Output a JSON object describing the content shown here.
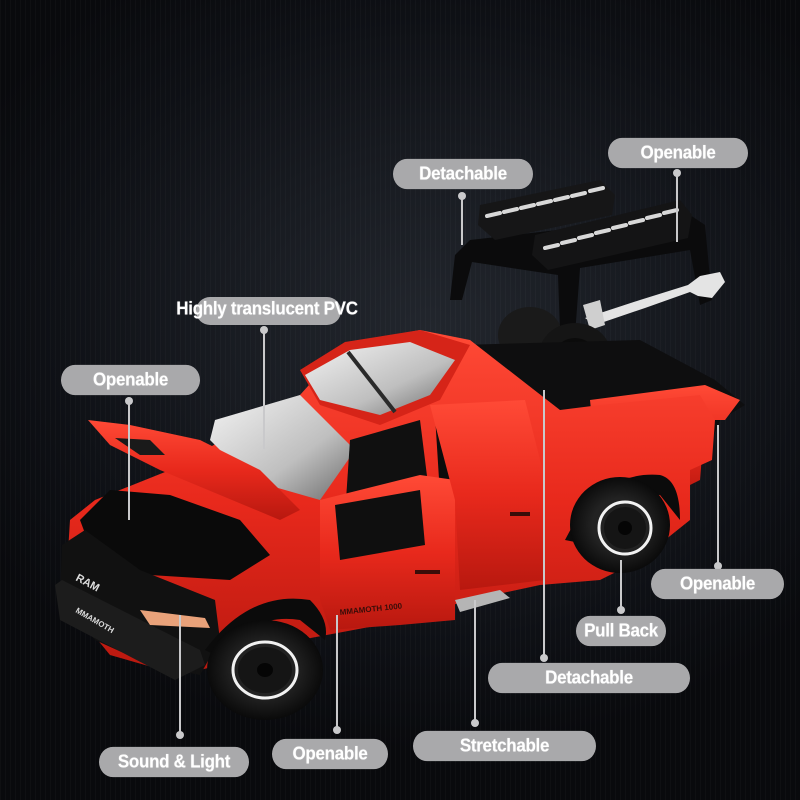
{
  "product": {
    "name": "Red pickup truck die-cast model",
    "body_text": "MMAMOTH 1000",
    "bumper_text": "MMAMOTH",
    "grille_text": "RAM",
    "colors": {
      "background": "#0d0f14",
      "body_red": "#e8291c",
      "pill_gray": "#a9a9ab",
      "pill_text": "#ffffff",
      "leader_line": "#c9c9cb"
    }
  },
  "callouts": [
    {
      "id": "roof-rack",
      "label": "Detachable"
    },
    {
      "id": "rack-box",
      "label": "Openable"
    },
    {
      "id": "windows",
      "label": "Highly translucent PVC"
    },
    {
      "id": "hood",
      "label": "Openable"
    },
    {
      "id": "tailgate",
      "label": "Openable"
    },
    {
      "id": "wheels",
      "label": "Pull Back"
    },
    {
      "id": "spare-tire",
      "label": "Detachable"
    },
    {
      "id": "headlight",
      "label": "Sound & Light"
    },
    {
      "id": "door",
      "label": "Openable"
    },
    {
      "id": "step",
      "label": "Stretchable"
    }
  ]
}
